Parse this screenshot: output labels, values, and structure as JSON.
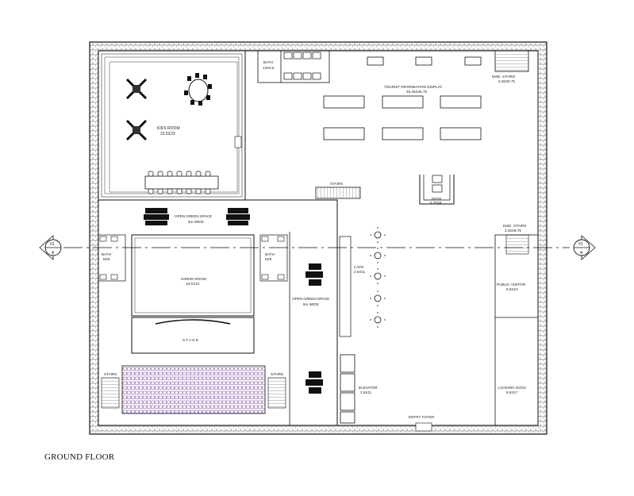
{
  "drawing_title": "GROUND FLOOR",
  "section_marker": {
    "number": "01",
    "letter": "A"
  },
  "rooms": {
    "kids_room": {
      "name": "KIDS ROOM",
      "size": "23.5X23"
    },
    "bath_top": {
      "name": "BATH",
      "size": "13X4.5"
    },
    "tourist_display": {
      "name": "TOURIST INFORMATION DISPLAY",
      "size": "45.25X25.75"
    },
    "emg_stairs_top": {
      "name": "EMG. STAIRS",
      "size": "3.25X8.75"
    },
    "stairs_mid": {
      "name": "STAIRS"
    },
    "desk": {
      "name": "DESK",
      "size": "6.75X4"
    },
    "open_green_top": {
      "name": "OPEN GREEN SPACE",
      "size": "5m WIDE"
    },
    "emg_stairs_mid": {
      "name": "EMG. STAIRS",
      "size": "3.25X8.75"
    },
    "bath_left": {
      "name": "BATH",
      "size": "5X8"
    },
    "bath_right": {
      "name": "BATH",
      "size": "5X8"
    },
    "hiring_room": {
      "name": "HIRING ROOM",
      "size": "19.5X13"
    },
    "cafe": {
      "name": "CAFE",
      "size": "2.5X11"
    },
    "public_visitor": {
      "name": "PUBLIC VISITOR",
      "size": "6.5X10"
    },
    "open_green_mid": {
      "name": "OPEN GREEN SPACE",
      "size": "5m WIDE"
    },
    "stage": {
      "name": "S T A G E"
    },
    "stairs_left": {
      "name": "STAIRS"
    },
    "stairs_right": {
      "name": "STAIRS"
    },
    "elevator": {
      "name": "ELEVATOR",
      "size": "2.5X11"
    },
    "loading_dock": {
      "name": "LOADING DOCK",
      "size": "6.5X17"
    },
    "entry_foyer": {
      "name": "ENTRY FOYER"
    }
  }
}
